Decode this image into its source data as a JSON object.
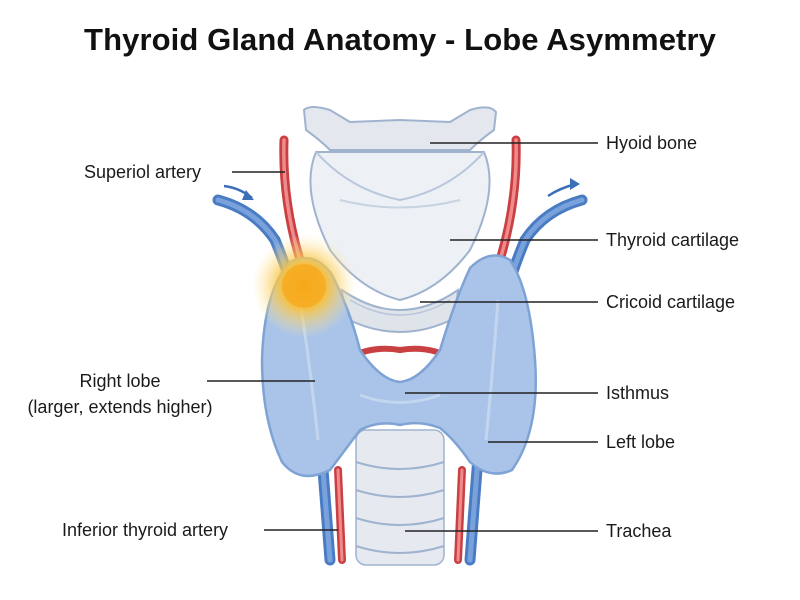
{
  "title": "Thyroid Gland Anatomy - Lobe Asymmetry",
  "labels": {
    "superior_artery": "Superiol artery",
    "right_lobe": "Right lobe",
    "right_lobe_note": "(larger, extends higher)",
    "inferior_thyroid_artery": "Inferior thyroid artery",
    "hyoid_bone": "Hyoid bone",
    "thyroid_cartilage": "Thyroid cartilage",
    "cricoid_cartilage": "Cricoid cartilage",
    "isthmus": "Isthmus",
    "left_lobe": "Left lobe",
    "trachea": "Trachea"
  },
  "colors": {
    "thyroid": "#a9c4e8",
    "thyroid_outline": "#7fa3d4",
    "cartilage": "#e4e8ee",
    "cartilage_outline": "#9fb3cf",
    "artery": "#e0575a",
    "vein": "#4a7cc4",
    "highlight": "#f5b21b",
    "leader_line": "#222222"
  }
}
